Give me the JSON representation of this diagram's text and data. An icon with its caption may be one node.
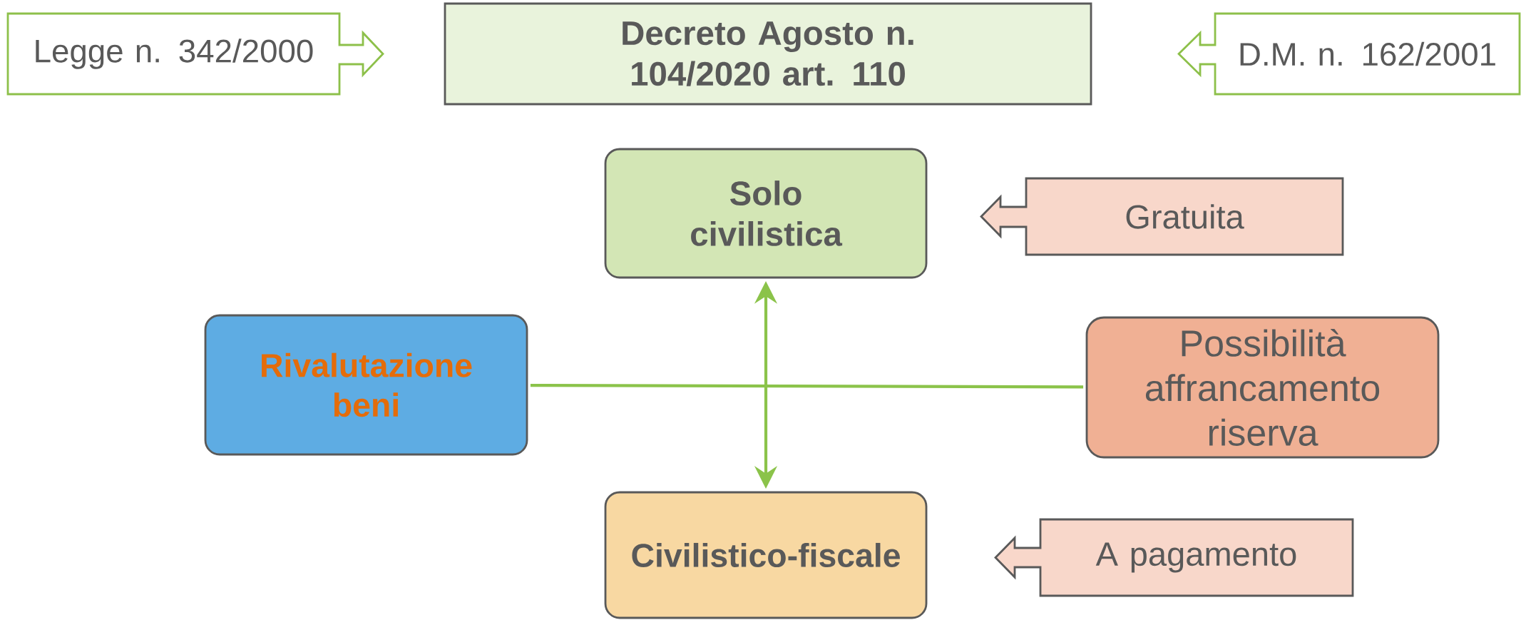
{
  "diagram": {
    "nodes": [
      {
        "text": [
          "Legge n. 342/2000"
        ]
      },
      {
        "text": [
          "Decreto Agosto n. 104/2020 art. 110"
        ]
      },
      {
        "text": [
          "D.M. n. 162/2001"
        ]
      },
      {
        "text": [
          "Solo civilistica"
        ]
      },
      {
        "text": [
          "Gratuita"
        ]
      },
      {
        "text": [
          "Rivalutazione beni"
        ]
      },
      {
        "text": [
          "Possibilità affrancamento riserva"
        ]
      },
      {
        "text": [
          "Civilistico-fiscale"
        ]
      },
      {
        "text": [
          "A pagamento"
        ]
      }
    ],
    "edges": [
      {
        "from": 5,
        "to": 6,
        "arrow": "none"
      },
      {
        "from": 3,
        "to": 7,
        "arrow": "both"
      }
    ]
  }
}
